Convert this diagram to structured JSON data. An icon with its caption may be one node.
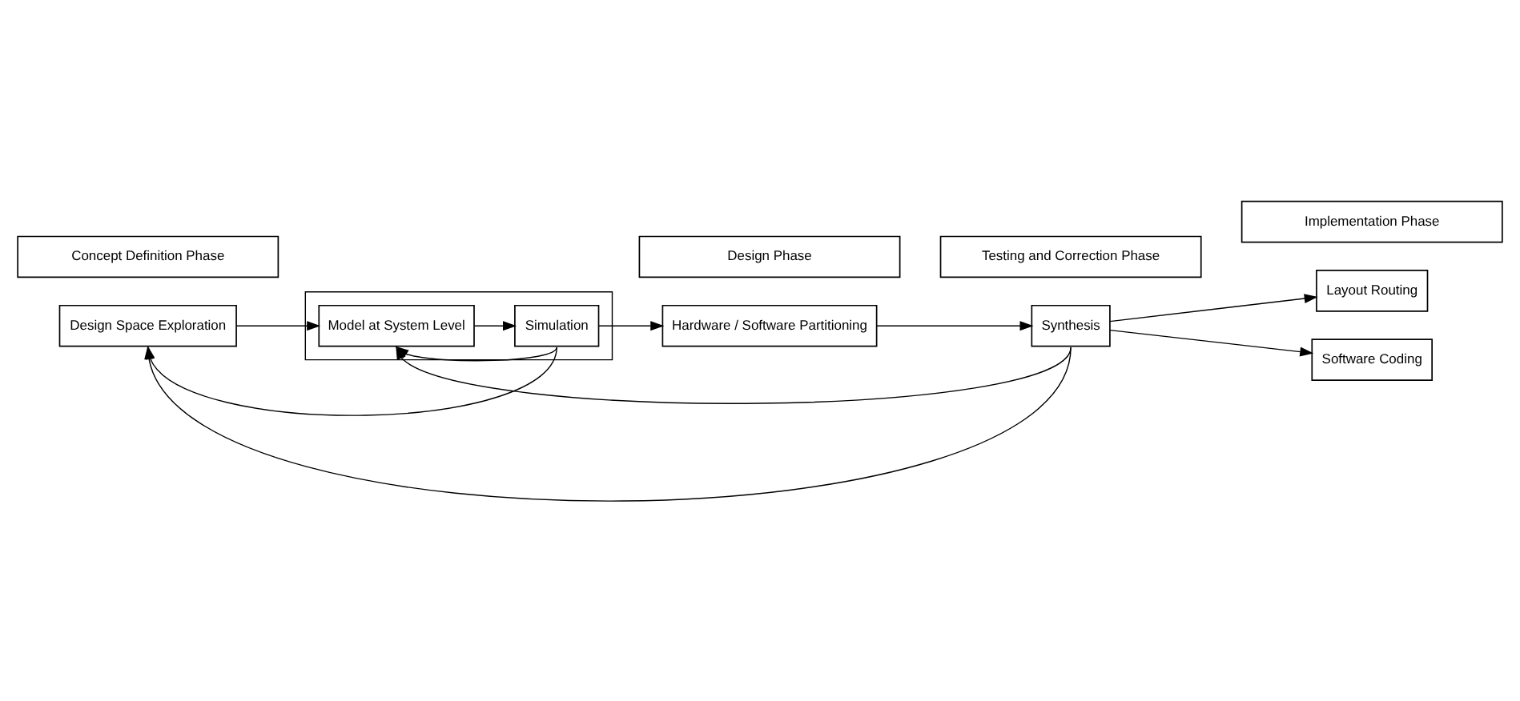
{
  "diagram": {
    "nodes": [
      {
        "text": [
          "Concept Definition Phase"
        ]
      },
      {
        "text": [
          "Design Phase"
        ]
      },
      {
        "text": [
          "Implementation Phase"
        ]
      },
      {
        "text": [
          "Testing and Correction Phase"
        ]
      },
      {
        "text": [
          "Design Space Exploration"
        ]
      },
      {
        "text": [],
        "shape": "box"
      },
      {
        "text": [
          "Model at System Level"
        ],
        "in": 5
      },
      {
        "text": [
          "Simulation"
        ],
        "in": 5
      },
      {
        "text": [
          "Hardware / Software Partitioning"
        ]
      },
      {
        "text": [
          "Synthesis"
        ]
      },
      {
        "text": [
          "Layout Routing"
        ]
      },
      {
        "text": [
          "Software Coding"
        ]
      }
    ],
    "edges": [
      {
        "from": 4,
        "to": 6,
        "arrow": "to"
      },
      {
        "from": 6,
        "to": 7,
        "arrow": "to"
      },
      {
        "from": 7,
        "to": 8,
        "arrow": "to"
      },
      {
        "from": 8,
        "to": 9,
        "arrow": "to"
      },
      {
        "from": 9,
        "to": 10,
        "arrow": "to"
      },
      {
        "from": 9,
        "to": 11,
        "arrow": "to"
      },
      {
        "from": 7,
        "to": 6,
        "arrow": "to"
      },
      {
        "from": 7,
        "to": 4,
        "arrow": "to"
      },
      {
        "from": 9,
        "to": 6,
        "arrow": "to"
      },
      {
        "from": 9,
        "to": 4,
        "arrow": "to"
      }
    ]
  }
}
